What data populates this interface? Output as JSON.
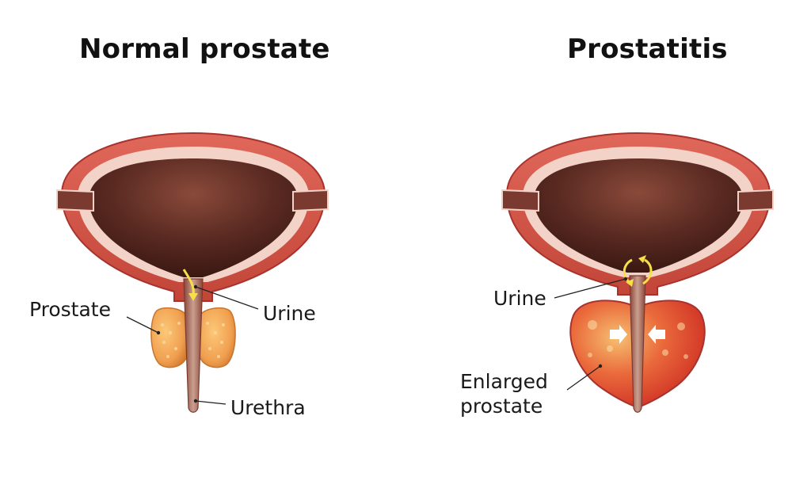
{
  "panels": [
    {
      "title": "Normal prostate",
      "labels": {
        "prostate": "Prostate",
        "urine": "Urine",
        "urethra": "Urethra"
      }
    },
    {
      "title": "Prostatitis",
      "labels": {
        "urine": "Urine",
        "enlarged_line1": "Enlarged",
        "enlarged_line2": "prostate"
      }
    }
  ],
  "colors": {
    "muscle": "#d5574a",
    "muscle_dark": "#a8322c",
    "lining": "#f3d3c8",
    "cavity": "#5a2a22",
    "normal_prostate": "#f0a050",
    "inflamed_prostate": "#e0352a",
    "urine_arrow": "#f5e04a"
  }
}
